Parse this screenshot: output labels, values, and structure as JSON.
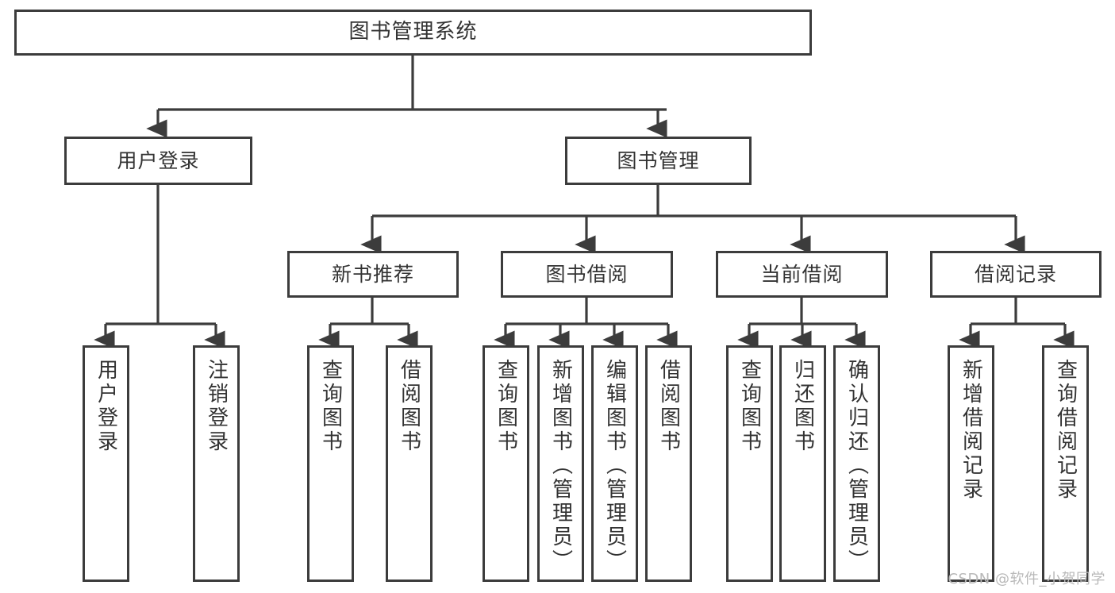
{
  "diagram": {
    "type": "tree-hierarchy",
    "title": "图书管理系统",
    "orientation": "top-down",
    "colors": {
      "box_border": "#3c3c3c",
      "box_fill": "#ffffff",
      "edge": "#3c3c3c",
      "text": "#333333",
      "background": "#ffffff",
      "watermark": "#b9b9b9"
    }
  },
  "watermark": {
    "text": "CSDN @软件_小贺同学"
  },
  "nodes": {
    "root": {
      "label": "图书管理系统"
    },
    "level2": [
      {
        "label": "用户登录"
      },
      {
        "label": "图书管理"
      }
    ],
    "level3": [
      {
        "label": "新书推荐"
      },
      {
        "label": "图书借阅"
      },
      {
        "label": "当前借阅"
      },
      {
        "label": "借阅记录"
      }
    ],
    "leaves": {
      "user_login": [
        {
          "label": "用户登录"
        },
        {
          "label": "注销登录"
        }
      ],
      "new_book_recommend": [
        {
          "label": "查询图书"
        },
        {
          "label": "借阅图书"
        }
      ],
      "book_borrow": [
        {
          "label": "查询图书"
        },
        {
          "label": "新增图书（管理员）"
        },
        {
          "label": "编辑图书（管理员）"
        },
        {
          "label": "借阅图书"
        }
      ],
      "current_borrow": [
        {
          "label": "查询图书"
        },
        {
          "label": "归还图书"
        },
        {
          "label": "确认归还（管理员）"
        }
      ],
      "borrow_record": [
        {
          "label": "新增借阅记录"
        },
        {
          "label": "查询借阅记录"
        }
      ]
    }
  }
}
